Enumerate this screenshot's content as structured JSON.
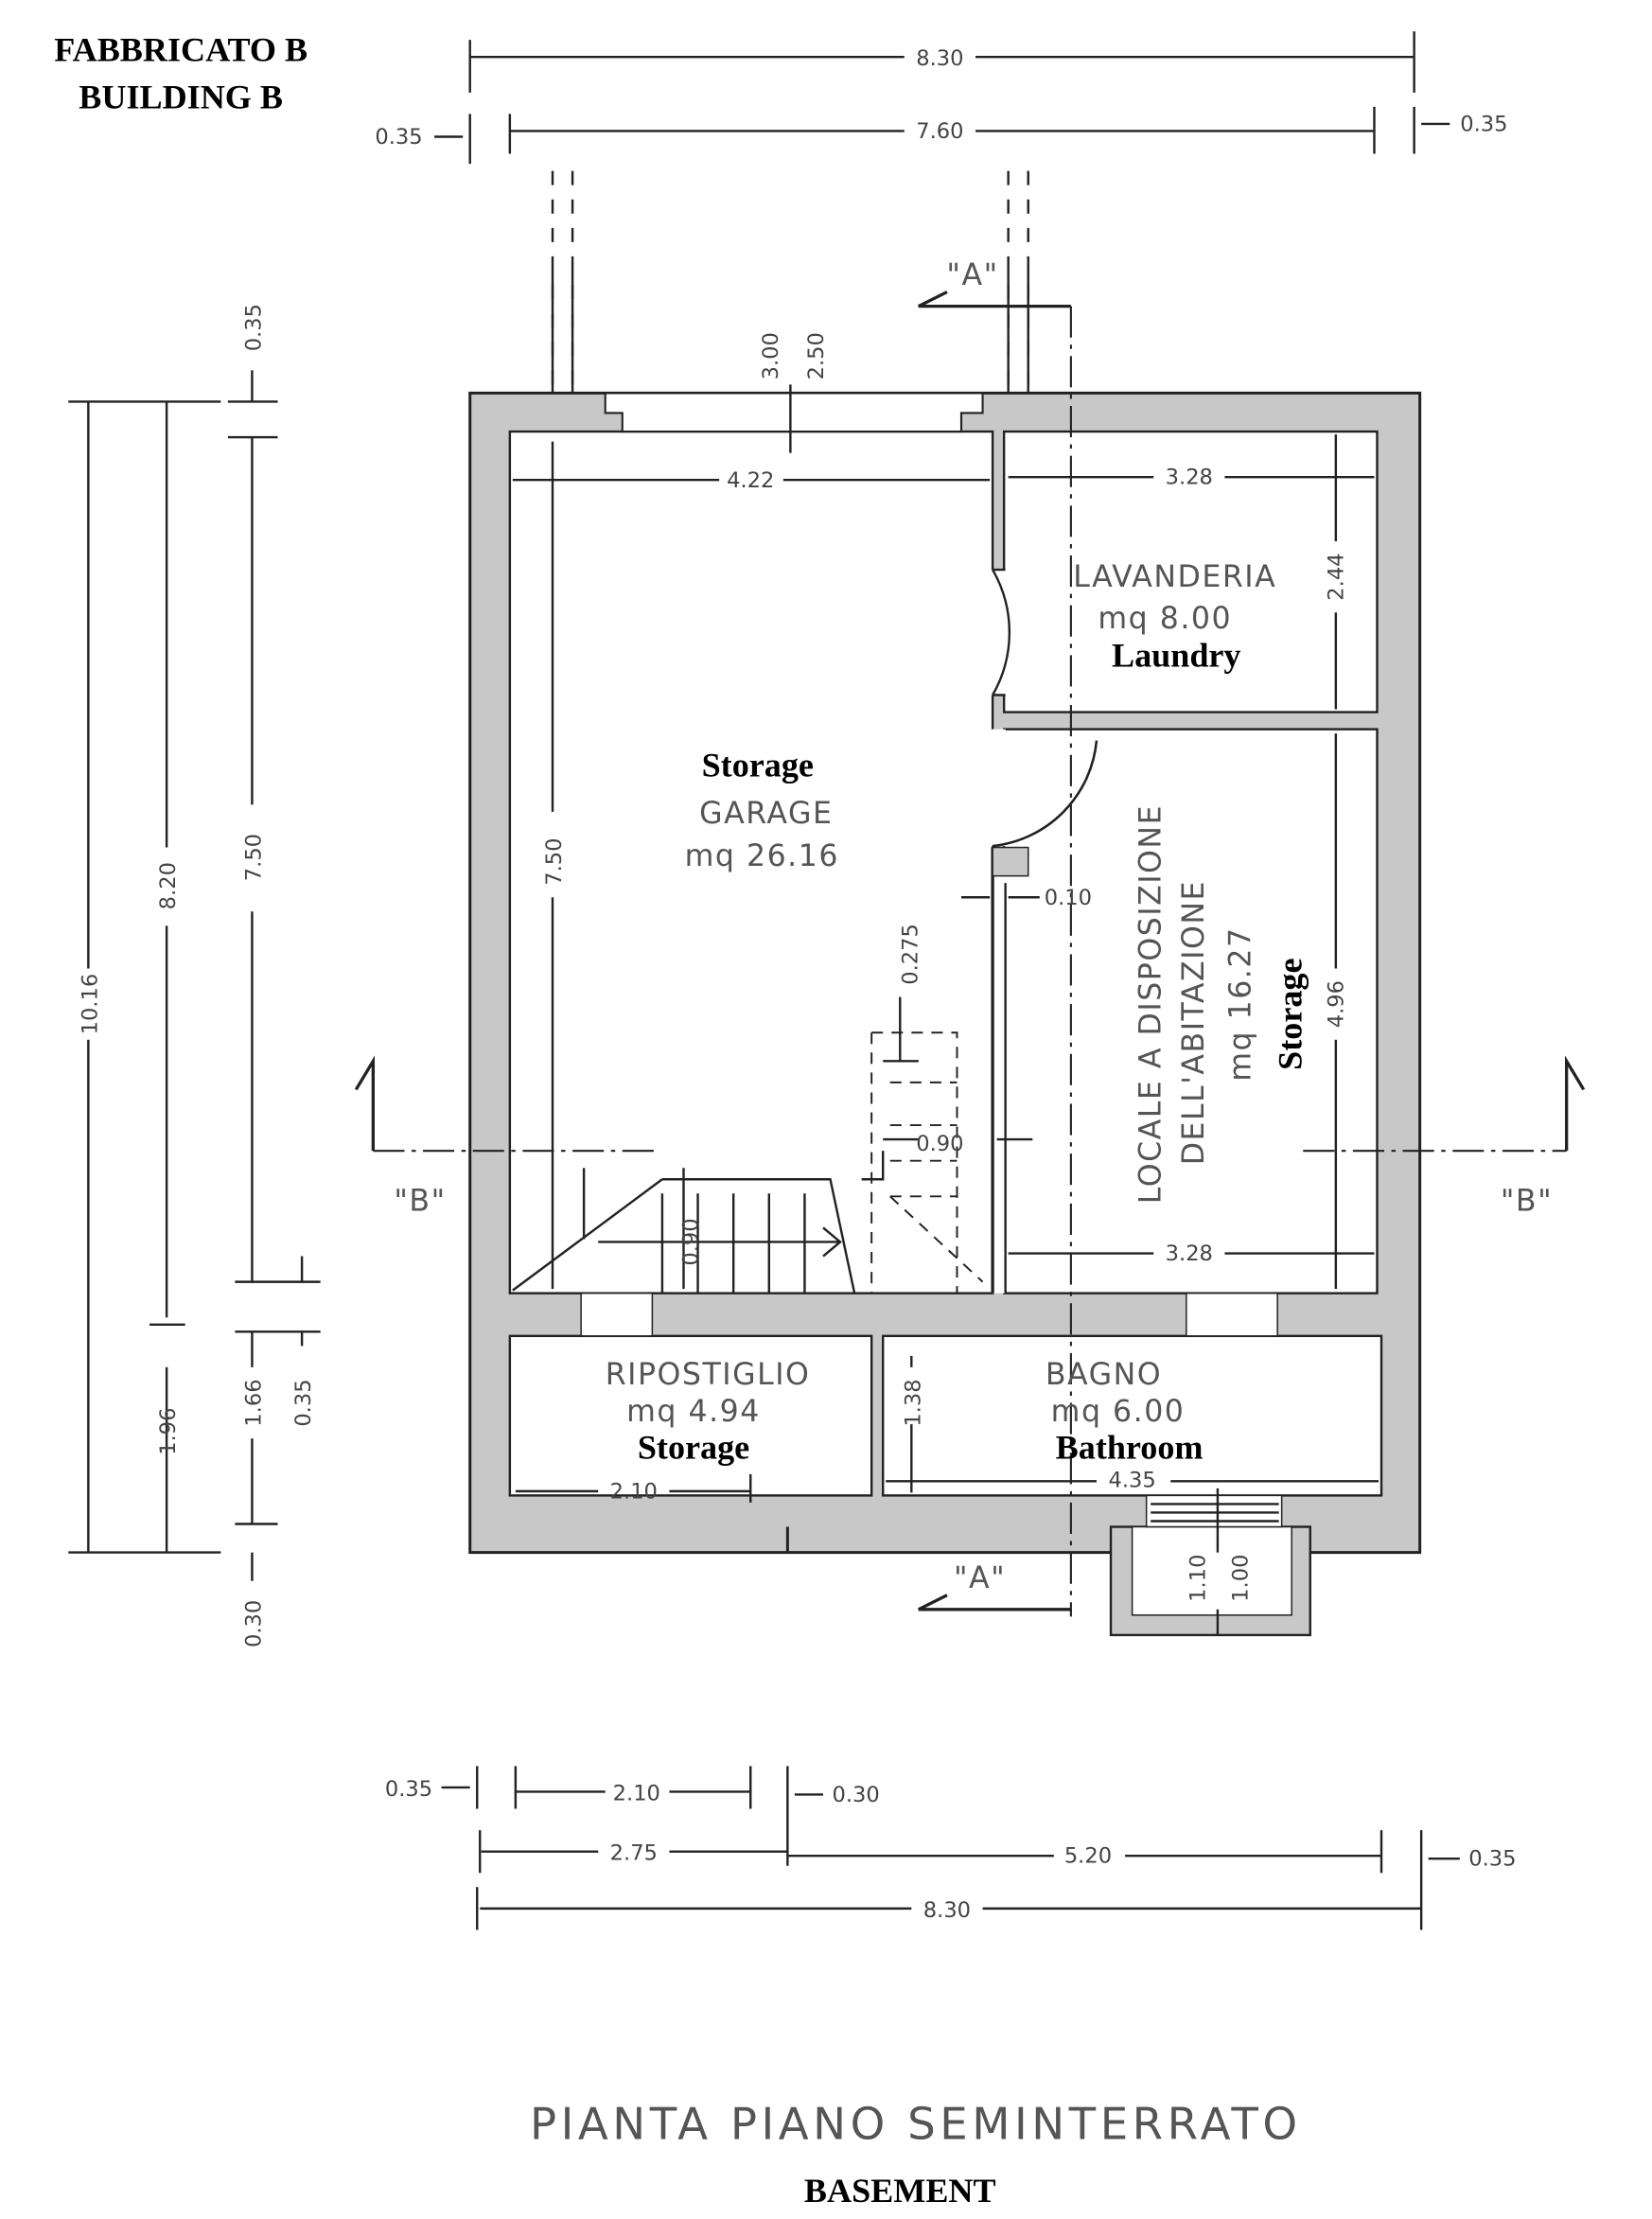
{
  "header": {
    "line1": "FABBRICATO B",
    "line2": "BUILDING B"
  },
  "footer": {
    "title": "PIANTA PIANO SEMINTERRATO",
    "translation": "BASEMENT"
  },
  "rooms": [
    {
      "name": "GARAGE",
      "area": "mq 26.16",
      "translation": "Storage"
    },
    {
      "name": "LAVANDERIA",
      "area": "mq 8.00",
      "translation": "Laundry"
    },
    {
      "name": "LOCALE A DISPOSIZIONE",
      "name2": "DELL'ABITAZIONE",
      "area": "mq 16.27",
      "translation": "Storage"
    },
    {
      "name": "RIPOSTIGLIO",
      "area": "mq 4.94",
      "translation": "Storage"
    },
    {
      "name": "BAGNO",
      "area": "mq 6.00",
      "translation": "Bathroom"
    }
  ],
  "sections": {
    "a": "\"A\"",
    "b": "\"B\""
  },
  "dims": {
    "top_total": "8.30",
    "top_inner": "7.60",
    "top_left_wall": "0.35",
    "top_right_wall": "0.35",
    "opening_h1": "3.00",
    "opening_h2": "2.50",
    "garage_w": "4.22",
    "laundry_w": "3.28",
    "laundry_h": "2.44",
    "garage_h": "7.50",
    "partition": "0.10",
    "stair_step": "0.275",
    "stair_w1": "0.90",
    "stair_w2": "0.90",
    "locale_h": "4.96",
    "locale_w": "3.28",
    "bath_h": "1.38",
    "bath_w": "4.35",
    "rip_w": "2.10",
    "well_h1": "1.10",
    "well_h2": "1.00",
    "left_total": "10.16",
    "left_820": "8.20",
    "left_750": "7.50",
    "left_035a": "0.35",
    "left_196": "1.96",
    "left_166": "1.66",
    "left_035b": "0.35",
    "left_030": "0.30",
    "bot_035": "0.35",
    "bot_210": "2.10",
    "bot_030": "0.30",
    "bot_275": "2.75",
    "bot_520": "5.20",
    "bot_035r": "0.35",
    "bot_830": "8.30"
  }
}
